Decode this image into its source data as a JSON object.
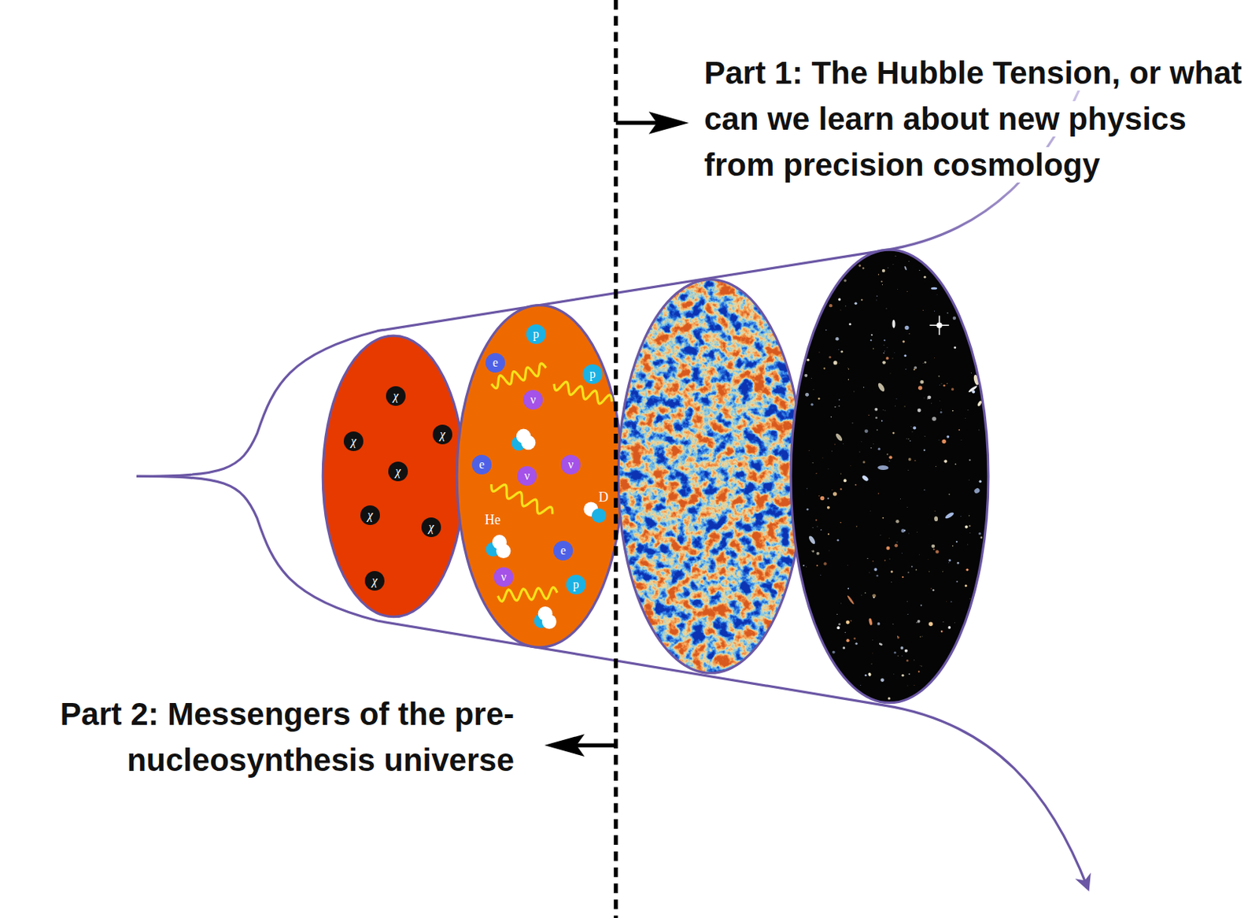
{
  "diagram": {
    "nodes": [
      {
        "text": [
          "χ"
        ]
      },
      {
        "text": [
          "χ"
        ]
      },
      {
        "text": [
          "χ"
        ]
      },
      {
        "text": [
          "χ"
        ]
      },
      {
        "text": [
          "χ"
        ]
      },
      {
        "text": [
          "χ"
        ]
      },
      {
        "text": [
          "χ"
        ]
      },
      {
        "text": [
          "p"
        ]
      },
      {
        "text": [
          "e"
        ]
      },
      {
        "text": [
          "p"
        ]
      },
      {
        "text": [
          "ν"
        ]
      },
      {
        "text": [
          "e"
        ]
      },
      {
        "text": [
          "ν"
        ]
      },
      {
        "text": [
          "ν"
        ]
      },
      {
        "text": [
          "e"
        ]
      },
      {
        "text": [
          "ν"
        ]
      },
      {
        "text": [
          "p"
        ]
      }
    ],
    "labels": [
      "Part 1: The Hubble Tension, or what can we learn about new physics from precision cosmology",
      "He",
      "D",
      "Part 2: Messengers of the pre-nucleosynthesis universe"
    ]
  }
}
